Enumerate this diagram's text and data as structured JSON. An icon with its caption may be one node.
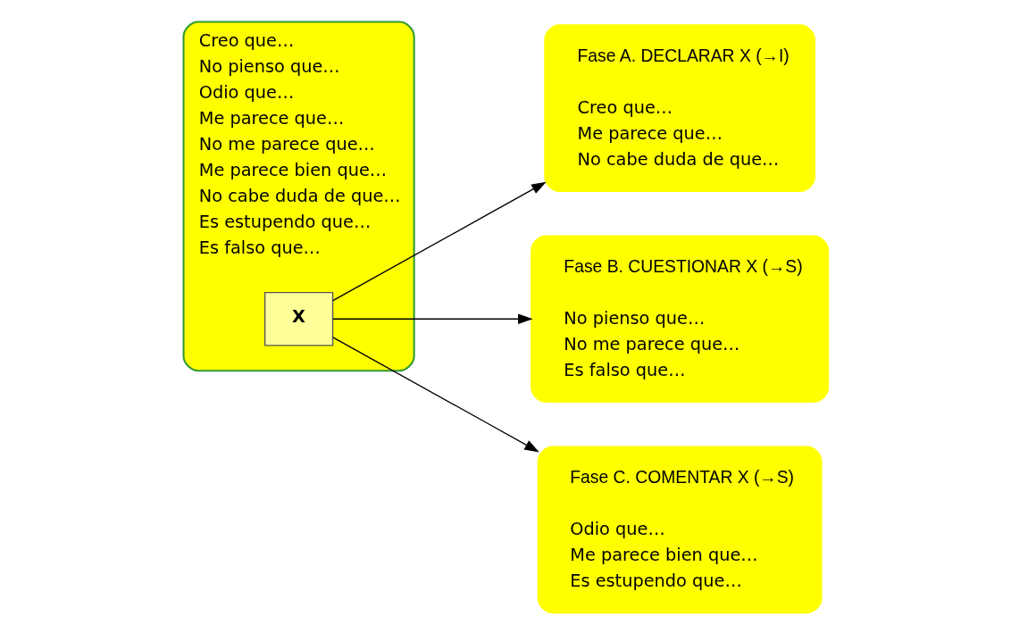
{
  "diagram": {
    "nodes": [
      {
        "text": [
          "Creo que…",
          "No pienso que…",
          "Odio que…",
          "Me parece que…",
          "No me parece que…",
          "Me parece bien que…",
          "No cabe duda de que…",
          "Es estupendo que…",
          "Es falso que…"
        ]
      },
      {
        "text": [
          "X"
        ],
        "in": 0
      },
      {
        "text": [
          "Fase A. DECLARAR X (→I)",
          "Creo que…",
          "Me parece que…",
          "No cabe duda de que…"
        ]
      },
      {
        "text": [
          "Fase B. CUESTIONAR X (→S)",
          "No pienso que…",
          "No me parece que…",
          "Es falso que…"
        ]
      },
      {
        "text": [
          "Fase C. COMENTAR X (→S)",
          "Odio que…",
          "Me parece bien que…",
          "Es estupendo que…"
        ]
      }
    ],
    "edges": [
      {
        "from": 1,
        "to": 2,
        "arrow": "to"
      },
      {
        "from": 1,
        "to": 3,
        "arrow": "to"
      },
      {
        "from": 1,
        "to": 4,
        "arrow": "to"
      }
    ]
  }
}
